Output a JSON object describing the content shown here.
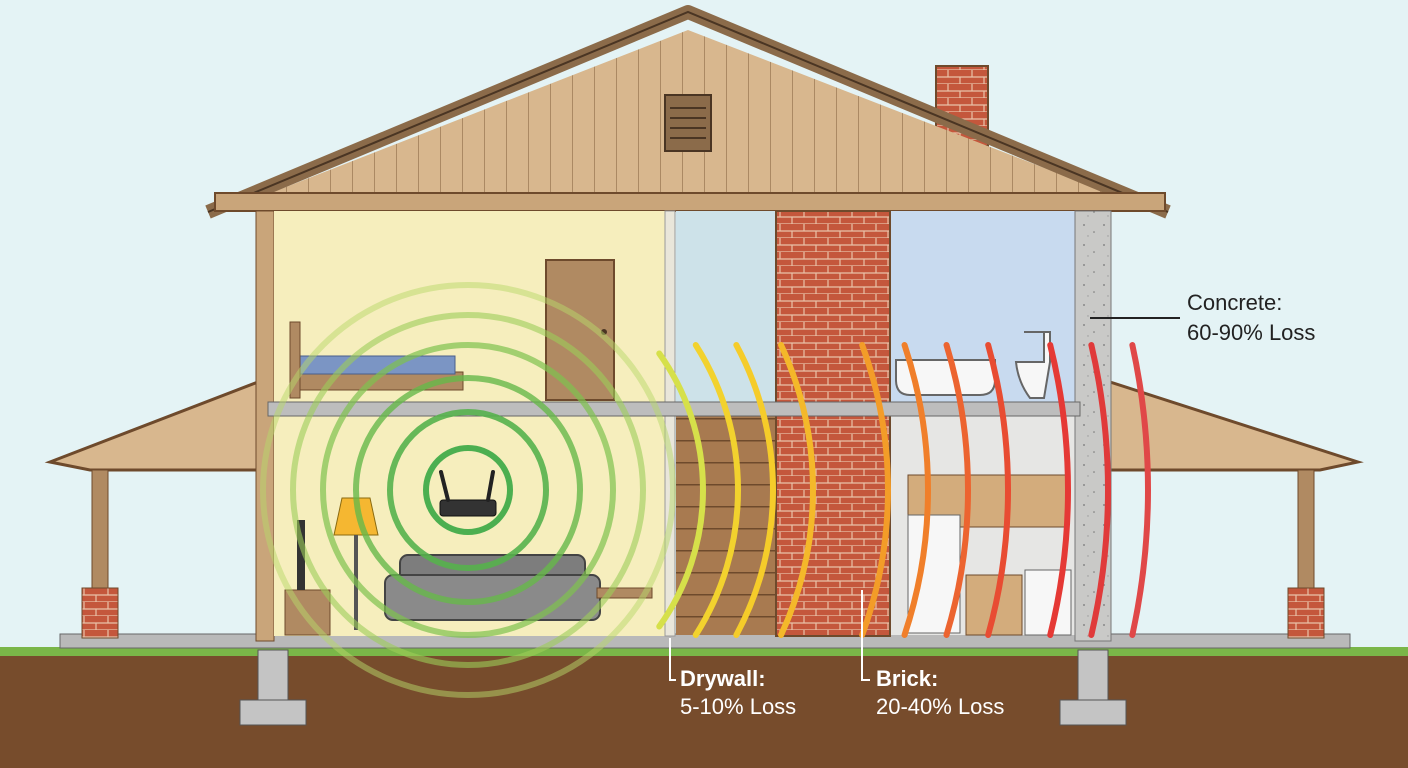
{
  "labels": {
    "drywall_title": "Drywall:",
    "drywall_value": "5-10% Loss",
    "brick_title": "Brick:",
    "brick_value": "20-40% Loss",
    "concrete_title": "Concrete:",
    "concrete_value": "60-90% Loss"
  },
  "colors": {
    "sky": "#e4f3f5",
    "soil": "#774c2c",
    "grass": "#7ab648",
    "signal_strong": "#4caf50",
    "signal_medium": "#f2d22e",
    "signal_weak": "#e53935",
    "brick": "#c4573c",
    "concrete": "#c9c9c7"
  },
  "icons": [
    "wifi-router-icon",
    "sofa-icon",
    "bed-icon",
    "lamp-icon",
    "toilet-icon",
    "bathtub-icon",
    "fridge-icon",
    "door-icon",
    "vent-icon"
  ]
}
